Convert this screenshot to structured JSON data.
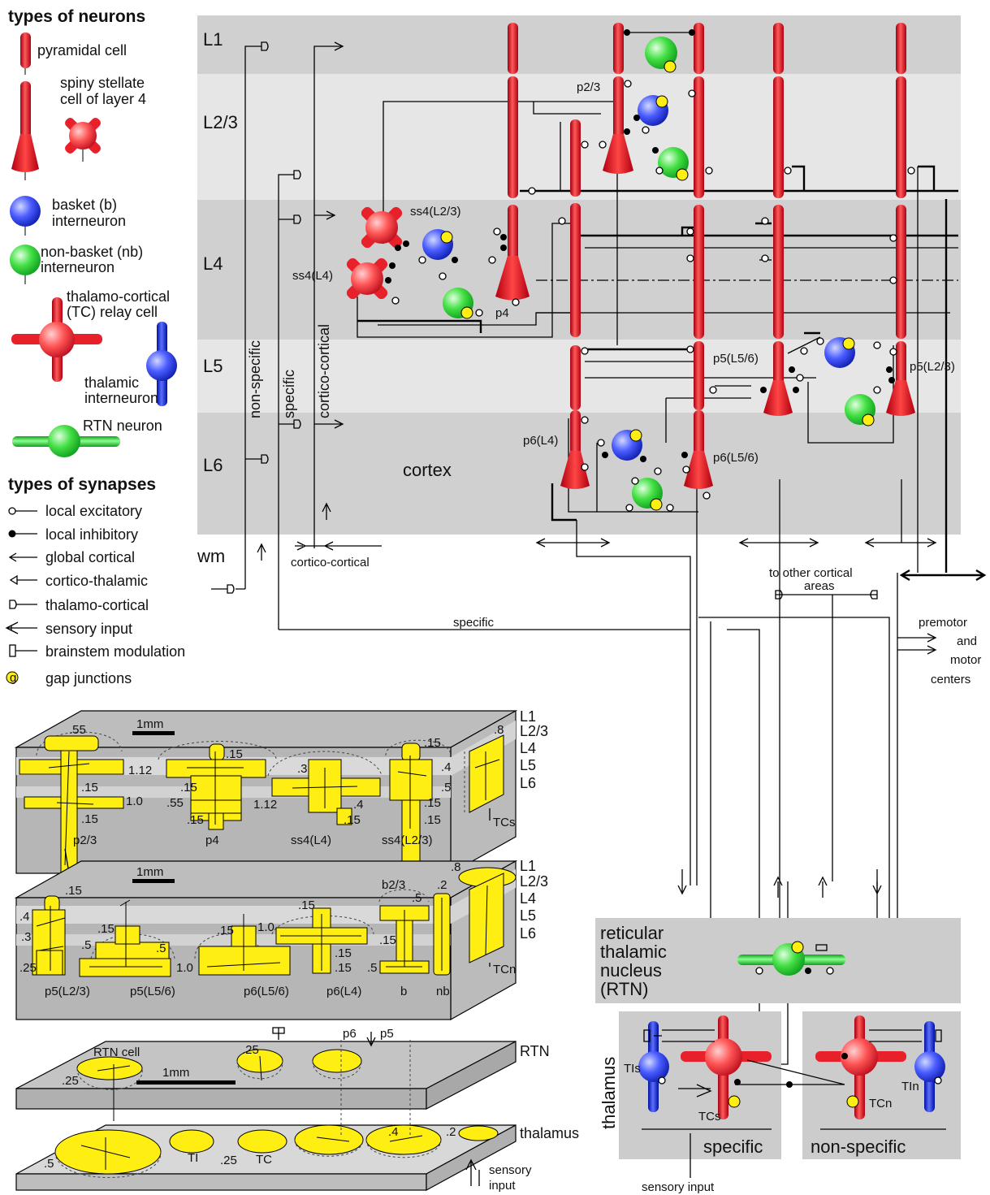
{
  "legend": {
    "neurons_title": "types of neurons",
    "pyramidal": "pyramidal cell",
    "spiny_stellate_1": "spiny stellate",
    "spiny_stellate_2": "cell of layer 4",
    "basket_1": "basket (b)",
    "basket_2": "interneuron",
    "nonbasket_1": "non-basket (nb)",
    "nonbasket_2": "interneuron",
    "tc_1": "thalamo-cortical",
    "tc_2": "(TC) relay cell",
    "thal_int_1": "thalamic",
    "thal_int_2": "interneuron",
    "rtn": "RTN neuron",
    "synapses_title": "types of synapses",
    "syn": [
      "local excitatory",
      "local inhibitory",
      "global cortical",
      "cortico-thalamic",
      "thalamo-cortical",
      "sensory input",
      "brainstem modulation",
      "gap junctions"
    ],
    "gap_symbol": "g"
  },
  "cortex": {
    "layers": [
      "L1",
      "L2/3",
      "L4",
      "L5",
      "L6",
      "wm"
    ],
    "label": "cortex",
    "inputs_vertical": [
      "non-specific",
      "specific",
      "cortico-cortical"
    ],
    "cortico_cortical_bottom": "cortico-cortical",
    "specific_bottom": "specific",
    "cells": [
      "p2/3",
      "ss4(L2/3)",
      "ss4(L4)",
      "p4",
      "p5(L5/6)",
      "p5(L2/3)",
      "p6(L4)",
      "p6(L5/6)"
    ],
    "to_other_1": "to other cortical",
    "to_other_2": "areas",
    "premotor": [
      "premotor",
      "and",
      "motor",
      "centers"
    ]
  },
  "rtn_box": {
    "lines": [
      "reticular",
      "thalamic",
      "nucleus",
      "(RTN)"
    ]
  },
  "thalamus": {
    "label": "thalamus",
    "specific": "specific",
    "nonspecific": "non-specific",
    "tis": "TIs",
    "tcs": "TCs",
    "tcn": "TCn",
    "tin": "TIn",
    "sensory": "sensory input"
  },
  "block1": {
    "layers": [
      "L1",
      "L2/3",
      "L4",
      "L5",
      "L6"
    ],
    "scale": "1mm",
    "cells": [
      "p2/3",
      "p4",
      "ss4(L4)",
      "ss4(L2/3)",
      "TCs"
    ],
    "nums": [
      ".55",
      "1.12",
      ".15",
      "1.0",
      ".15",
      ".15",
      ".15",
      ".55",
      ".15",
      ".3",
      "1.12",
      ".4",
      ".15",
      ".15",
      ".4",
      ".5",
      ".15",
      ".15",
      ".8"
    ]
  },
  "block2": {
    "layers": [
      "L1",
      "L2/3",
      "L4",
      "L5",
      "L6"
    ],
    "scale": "1mm",
    "cells": [
      "p5(L2/3)",
      "p5(L5/6)",
      "p6(L5/6)",
      "p6(L4)",
      "b",
      "nb",
      "TCn"
    ],
    "nums": [
      ".15",
      ".4",
      ".3",
      ".25",
      ".15",
      ".5",
      ".5",
      "1.0",
      ".15",
      "1.0",
      ".15",
      ".15",
      ".15",
      "b2/3",
      ".5",
      ".2",
      ".15",
      ".5",
      ".8"
    ]
  },
  "block3": {
    "rtn_cell": "RTN cell",
    "scale": "1mm",
    "rtn": "RTN",
    "thalamus": "thalamus",
    "top_labels": [
      "p6",
      "p5"
    ],
    "nums": [
      ".25",
      ".25",
      ".5",
      ".25",
      ".4",
      ".2"
    ],
    "cells": [
      "TI",
      "TC"
    ],
    "sensory_1": "sensory",
    "sensory_2": "input"
  },
  "colors": {
    "red": "#e8202a",
    "blue": "#2233dd",
    "green": "#22cc33",
    "yellow": "#ffee11",
    "band_dark": "#d0d0d0",
    "band_light": "#e6e6e6"
  }
}
